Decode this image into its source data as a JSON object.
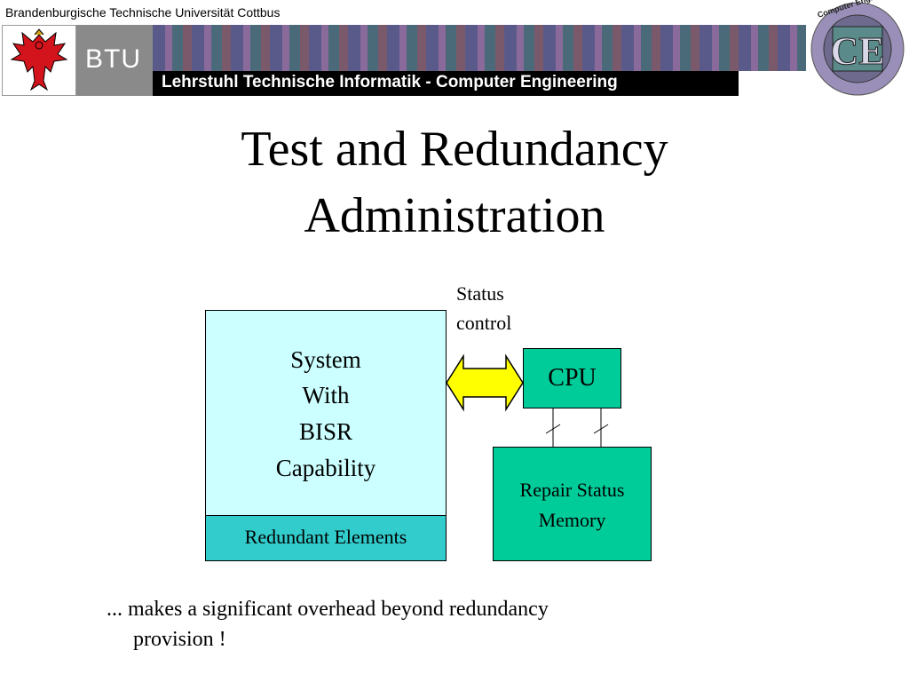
{
  "header": {
    "university_name": "Brandenburgische Technische Universität Cottbus",
    "btu_logo_text": "BTU",
    "chair_name": "Lehrstuhl Technische Informatik - Computer Engineering",
    "ce_logo_text": "CE",
    "ce_ring_text": "Computer Engineering Dept. BTU Cottbus"
  },
  "slide": {
    "title_line1": "Test and Redundancy",
    "title_line2": "Administration"
  },
  "diagram": {
    "status_label_line1": "Status",
    "status_label_line2": "control",
    "system_box_lines": [
      "System",
      "With",
      "BISR",
      "Capability"
    ],
    "redundant_elements_label": "Redundant Elements",
    "cpu_label": "CPU",
    "repair_status_line1": "Repair Status",
    "repair_status_line2": "Memory",
    "colors": {
      "system_fill": "#ccffff",
      "redundant_fill": "#33cccc",
      "cpu_fill": "#00cc99",
      "repair_fill": "#00cc99",
      "arrow_fill": "#ffff00"
    }
  },
  "footnote": {
    "line1": "... makes a significant overhead beyond redundancy",
    "line2": "provision !"
  }
}
